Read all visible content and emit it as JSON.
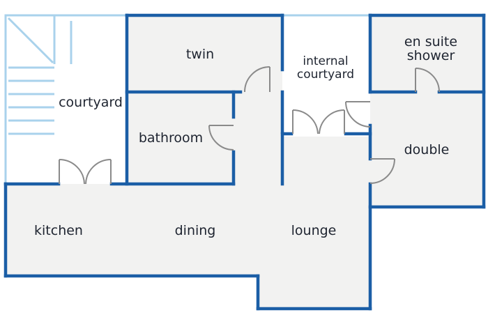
{
  "labels": {
    "courtyard": "courtyard",
    "twin": "twin",
    "internal_courtyard_line1": "internal",
    "internal_courtyard_line2": "courtyard",
    "en_suite_line1": "en suite",
    "en_suite_line2": "shower",
    "bathroom": "bathroom",
    "double": "double",
    "kitchen": "kitchen",
    "dining": "dining",
    "lounge": "lounge"
  },
  "colors": {
    "wall": "#1b5ea6",
    "courtyard_line": "#a9d2ec",
    "room_fill": "#f2f2f1",
    "door": "#8a8a8a"
  }
}
